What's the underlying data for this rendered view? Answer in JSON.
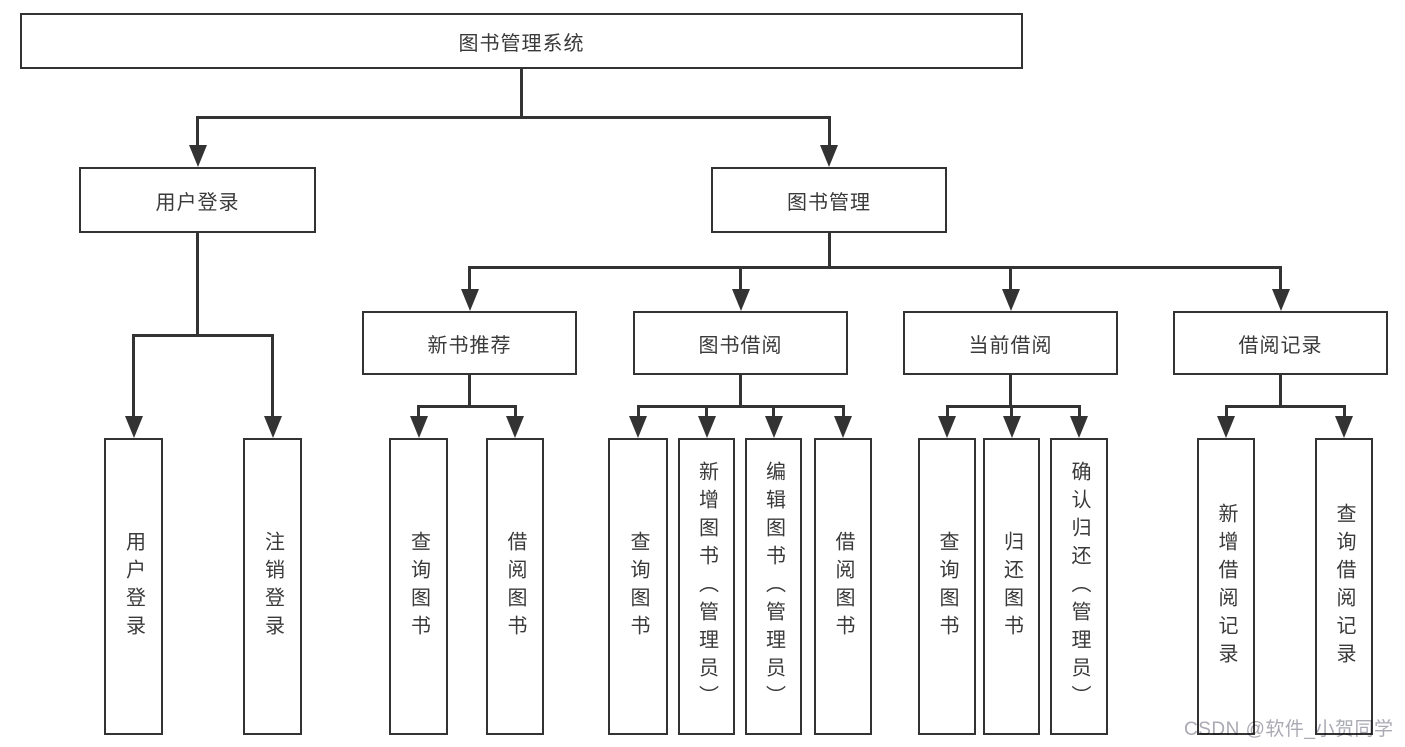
{
  "diagram": {
    "root": "图书管理系统",
    "branches": [
      {
        "label": "用户登录",
        "children": [
          "用户登录",
          "注销登录"
        ]
      },
      {
        "label": "图书管理",
        "children": [
          {
            "label": "新书推荐",
            "children": [
              "查询图书",
              "借阅图书"
            ]
          },
          {
            "label": "图书借阅",
            "children": [
              "查询图书",
              "新增图书（管理员）",
              "编辑图书（管理员）",
              "借阅图书"
            ]
          },
          {
            "label": "当前借阅",
            "children": [
              "查询图书",
              "归还图书",
              "确认归还（管理员）"
            ]
          },
          {
            "label": "借阅记录",
            "children": [
              "新增借阅记录",
              "查询借阅记录"
            ]
          }
        ]
      }
    ]
  },
  "watermark": "CSDN @软件_小贺同学",
  "colors": {
    "line": "#333333",
    "text": "#3a3a3a",
    "background": "#ffffff",
    "watermark": "#aaaab4"
  }
}
